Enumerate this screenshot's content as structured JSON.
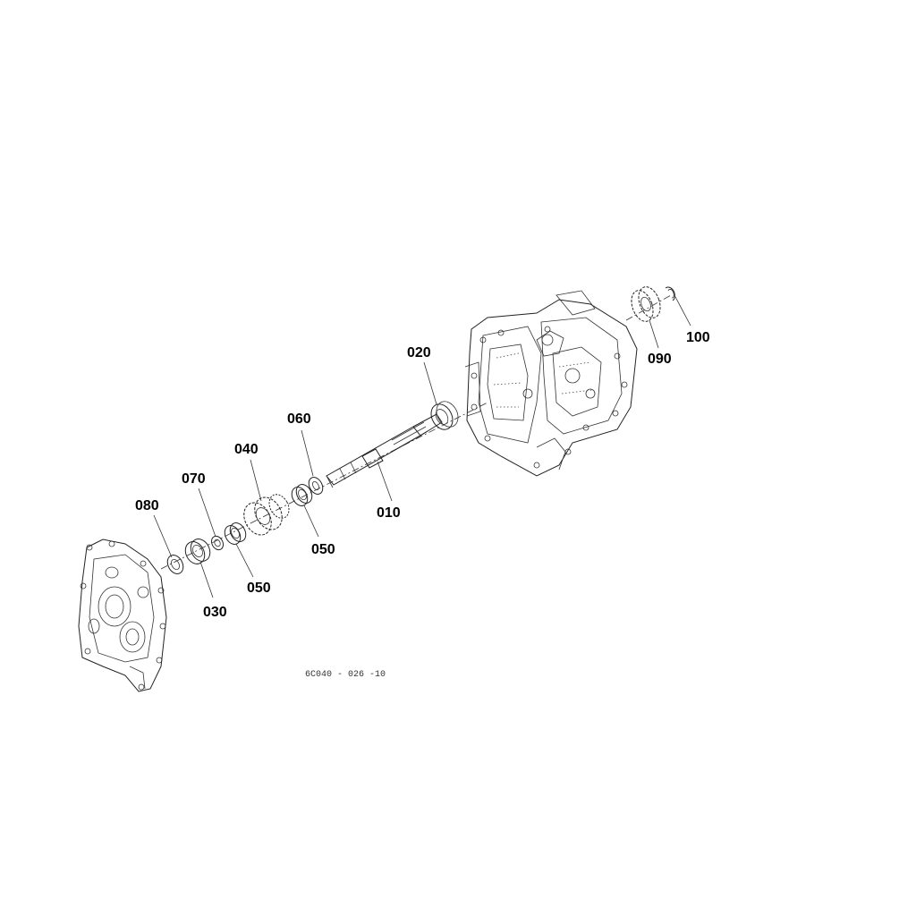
{
  "callouts": {
    "p010": "010",
    "p020": "020",
    "p030": "030",
    "p040": "040",
    "p050a": "050",
    "p050b": "050",
    "p060": "060",
    "p070": "070",
    "p080": "080",
    "p090": "090",
    "p100": "100"
  },
  "drawing_code": "6C040 - 026 -10"
}
